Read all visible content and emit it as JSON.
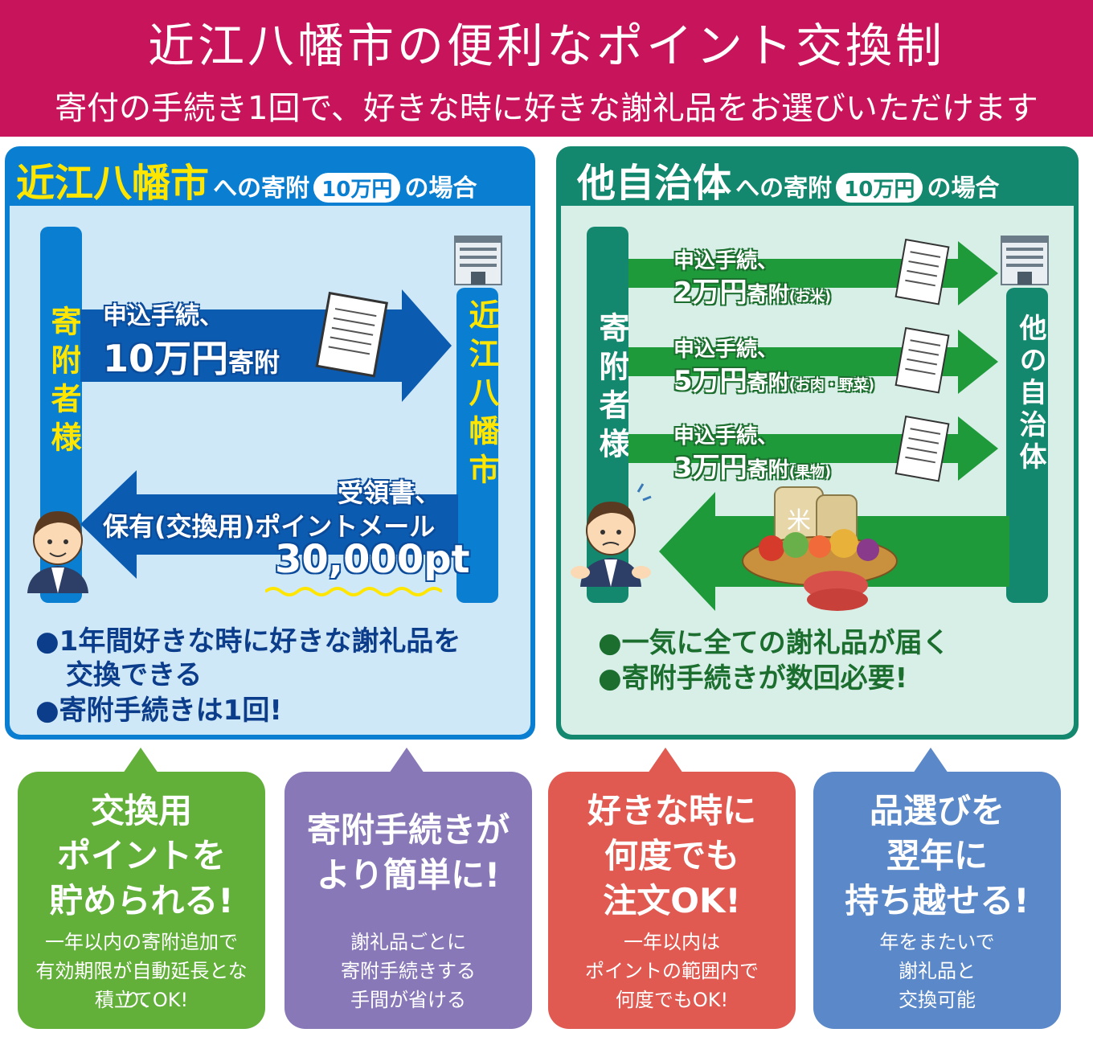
{
  "header": {
    "title": "近江八幡市の便利なポイント交換制",
    "subtitle": "寄付の手続き1回で、好きな時に好きな謝礼品をお選びいただけます"
  },
  "left": {
    "head_name": "近江八幡市",
    "head_mid": "への寄附",
    "head_amount": "10万円",
    "head_tail": "の場合",
    "donor": "寄附者様",
    "city": "近江八幡市",
    "arrow_to_line1": "申込手続、",
    "arrow_to_line2_big": "10万円",
    "arrow_to_line2_small": "寄附",
    "arrow_back_line1": "受領書、",
    "arrow_back_line2": "保有(交換用)ポイントメール",
    "arrow_back_points": "30,000pt",
    "bullet1_line1": "●1年間好きな時に好きな謝礼品を",
    "bullet1_line2": "交換できる",
    "bullet2": "●寄附手続きは1回!"
  },
  "right": {
    "head_name": "他自治体",
    "head_mid": "への寄附",
    "head_amount": "10万円",
    "head_tail": "の場合",
    "donor": "寄附者様",
    "city": "他の自治体",
    "arrows": [
      {
        "line1": "申込手続、",
        "big": "2万円",
        "small": "寄附",
        "note": "(お米)"
      },
      {
        "line1": "申込手続、",
        "big": "5万円",
        "small": "寄附",
        "note": "(お肉・野菜)"
      },
      {
        "line1": "申込手続、",
        "big": "3万円",
        "small": "寄附",
        "note": "(果物)"
      }
    ],
    "rice_label": "米",
    "bullet1": "●一気に全ての謝礼品が届く",
    "bullet2": "●寄附手続きが数回必要!"
  },
  "boxes": [
    {
      "title_lines": [
        "交換用",
        "ポイントを",
        "貯められる!"
      ],
      "desc_lines": [
        "一年以内の寄附追加で",
        "有効期限が自動延長となり、",
        "積立てOK!"
      ],
      "color": "#62b03a"
    },
    {
      "title_lines": [
        "寄附手続きが",
        "より簡単に!"
      ],
      "desc_lines": [
        "謝礼品ごとに",
        "寄附手続きする",
        "手間が省ける"
      ],
      "color": "#8878b8"
    },
    {
      "title_lines": [
        "好きな時に",
        "何度でも",
        "注文OK!"
      ],
      "desc_lines": [
        "一年以内は",
        "ポイントの範囲内で",
        "何度でもOK!"
      ],
      "color": "#e05a52"
    },
    {
      "title_lines": [
        "品選びを",
        "翌年に",
        "持ち越せる!"
      ],
      "desc_lines": [
        "年をまたいで",
        "謝礼品と",
        "交換可能"
      ],
      "color": "#5b88c8"
    }
  ],
  "colors": {
    "header": "#c8145a",
    "left_panel": "#0a7fd1",
    "left_body": "#cfe8f8",
    "left_arrow": "#0b5bb0",
    "right_panel": "#14876f",
    "right_body": "#d8efe8",
    "right_arrow": "#1e9a3a",
    "highlight_yellow": "#ffe600"
  },
  "icons": [
    "document-icon",
    "building-icon",
    "person-smiling-icon",
    "person-worried-icon",
    "produce-basket-icon"
  ]
}
